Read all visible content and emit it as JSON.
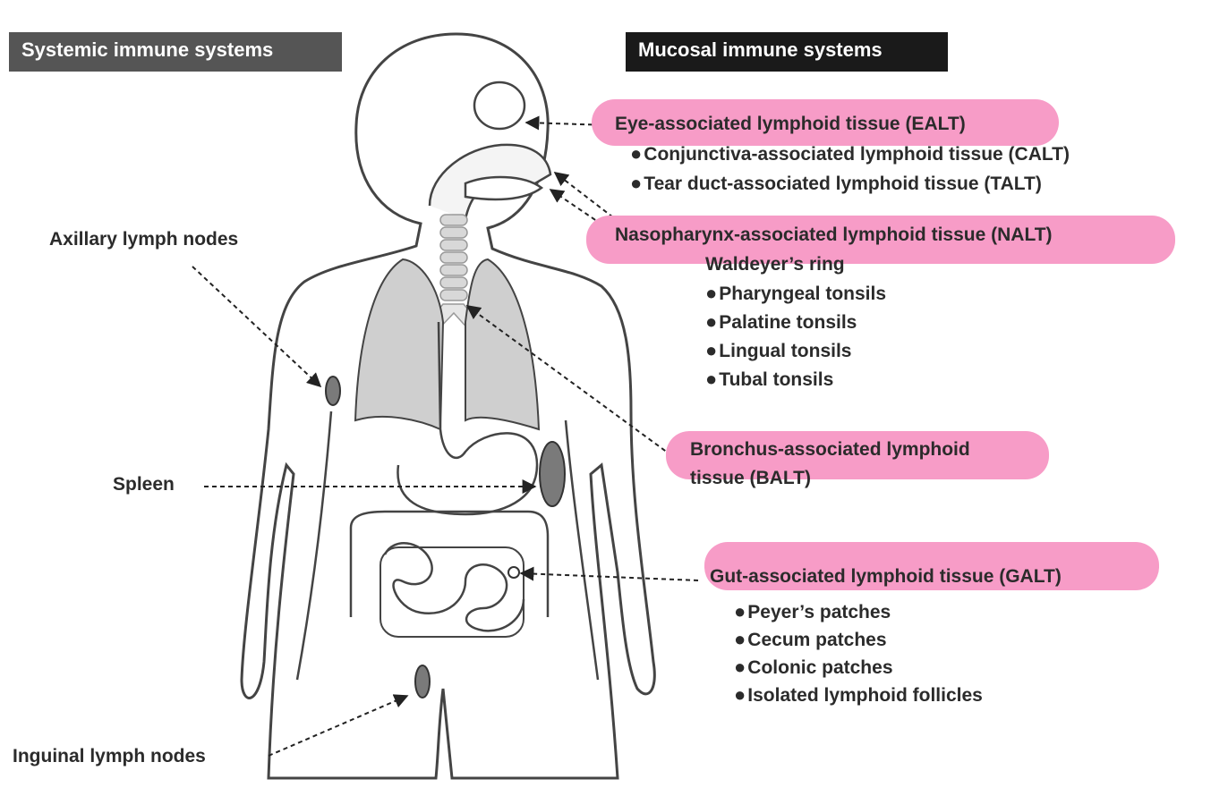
{
  "headers": {
    "systemic": "Systemic immune systems",
    "mucosal": "Mucosal immune systems"
  },
  "systemic_labels": {
    "axillary": "Axillary lymph nodes",
    "spleen": "Spleen",
    "inguinal": "Inguinal lymph nodes"
  },
  "mucosal": {
    "ealt": {
      "title": "Eye-associated lymphoid tissue (EALT)",
      "items": [
        "Conjunctiva-associated lymphoid tissue (CALT)",
        "Tear duct-associated lymphoid tissue (TALT)"
      ]
    },
    "nalt": {
      "title": "Nasopharynx-associated lymphoid tissue (NALT)",
      "subheading": "Waldeyer’s ring",
      "items": [
        "Pharyngeal tonsils",
        "Palatine tonsils",
        "Lingual tonsils",
        "Tubal tonsils"
      ]
    },
    "balt": {
      "title_line1": "Bronchus-associated lymphoid",
      "title_line2": "tissue (BALT)"
    },
    "galt": {
      "title": "Gut-associated lymphoid tissue (GALT)",
      "items": [
        "Peyer’s patches",
        "Cecum patches",
        "Colonic patches",
        "Isolated lymphoid follicles"
      ]
    }
  },
  "colors": {
    "highlight": "#f79cc7",
    "header_systemic": "#555555",
    "header_mucosal": "#1a1a1a",
    "organ_fill": "#7a7a7a",
    "lung_fill": "#cfcfcf"
  }
}
